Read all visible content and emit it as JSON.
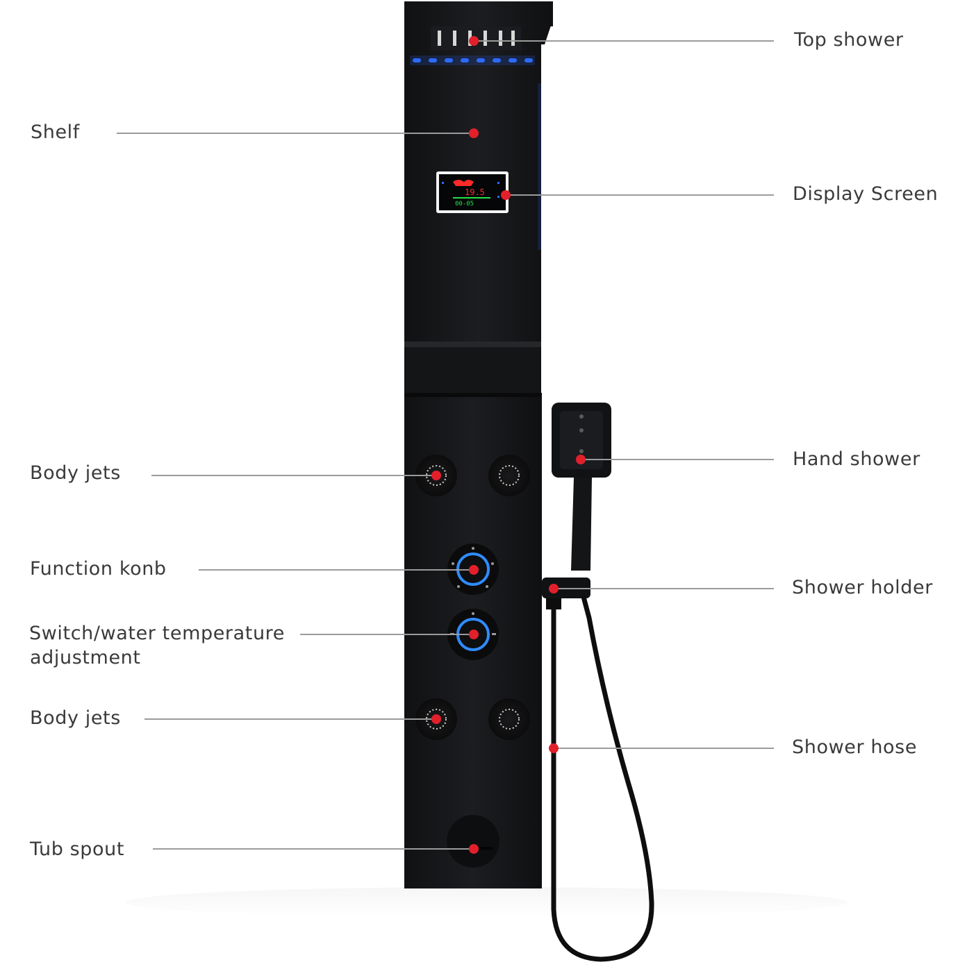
{
  "diagram": {
    "type": "labeled product diagram",
    "colors": {
      "panel": "#161719",
      "panel_edge": "#0b0b0c",
      "led": "#2d6bff",
      "marker": "#e2202b",
      "leader_line": "#9b9b9b",
      "label_text": "#3a3a3a",
      "knob_ring": "#2f8cff",
      "screen_red": "#ff2a2a",
      "screen_green": "#27e04a"
    },
    "screen": {
      "temperature": "19.5",
      "timer": "00-05"
    },
    "labels": {
      "top_shower": "Top shower",
      "shelf": "Shelf",
      "display_screen": "Display Screen",
      "hand_shower": "Hand shower",
      "body_jets_upper": "Body jets",
      "function_knob": "Function konb",
      "shower_holder": "Shower holder",
      "switch_temp_line1": "Switch/water temperature",
      "switch_temp_line2": "adjustment",
      "body_jets_lower": "Body jets",
      "shower_hose": "Shower hose",
      "tub_spout": "Tub spout"
    }
  }
}
